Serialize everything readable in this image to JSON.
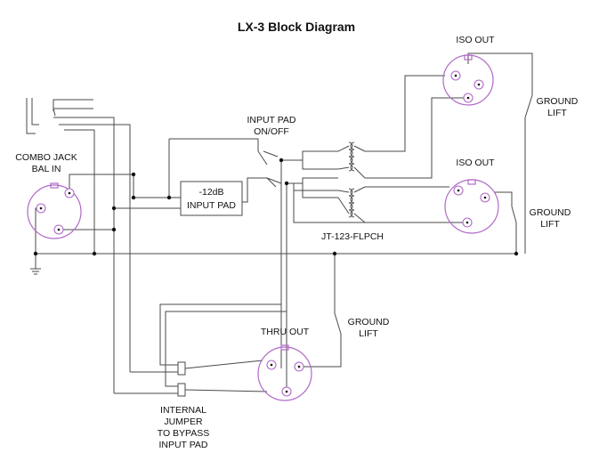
{
  "title": "LX-3 Block Diagram",
  "labels": {
    "iso_out_top": "ISO OUT",
    "iso_out_mid": "ISO OUT",
    "ground_lift_top_1": "GROUND",
    "ground_lift_top_2": "LIFT",
    "ground_lift_mid_1": "GROUND",
    "ground_lift_mid_2": "LIFT",
    "ground_lift_bottom_1": "GROUND",
    "ground_lift_bottom_2": "LIFT",
    "input_pad_1": "INPUT PAD",
    "input_pad_2": "ON/OFF",
    "combo_1": "COMBO JACK",
    "combo_2": "BAL IN",
    "pad_box_1": "-12dB",
    "pad_box_2": "INPUT PAD",
    "transformer": "JT-123-FLPCH",
    "thru_out": "THRU OUT",
    "jumper_1": "INTERNAL",
    "jumper_2": "JUMPER",
    "jumper_3": "TO BYPASS",
    "jumper_4": "INPUT PAD"
  },
  "colors": {
    "connector": "#b06ac8",
    "wire": "#4a4a4a"
  }
}
